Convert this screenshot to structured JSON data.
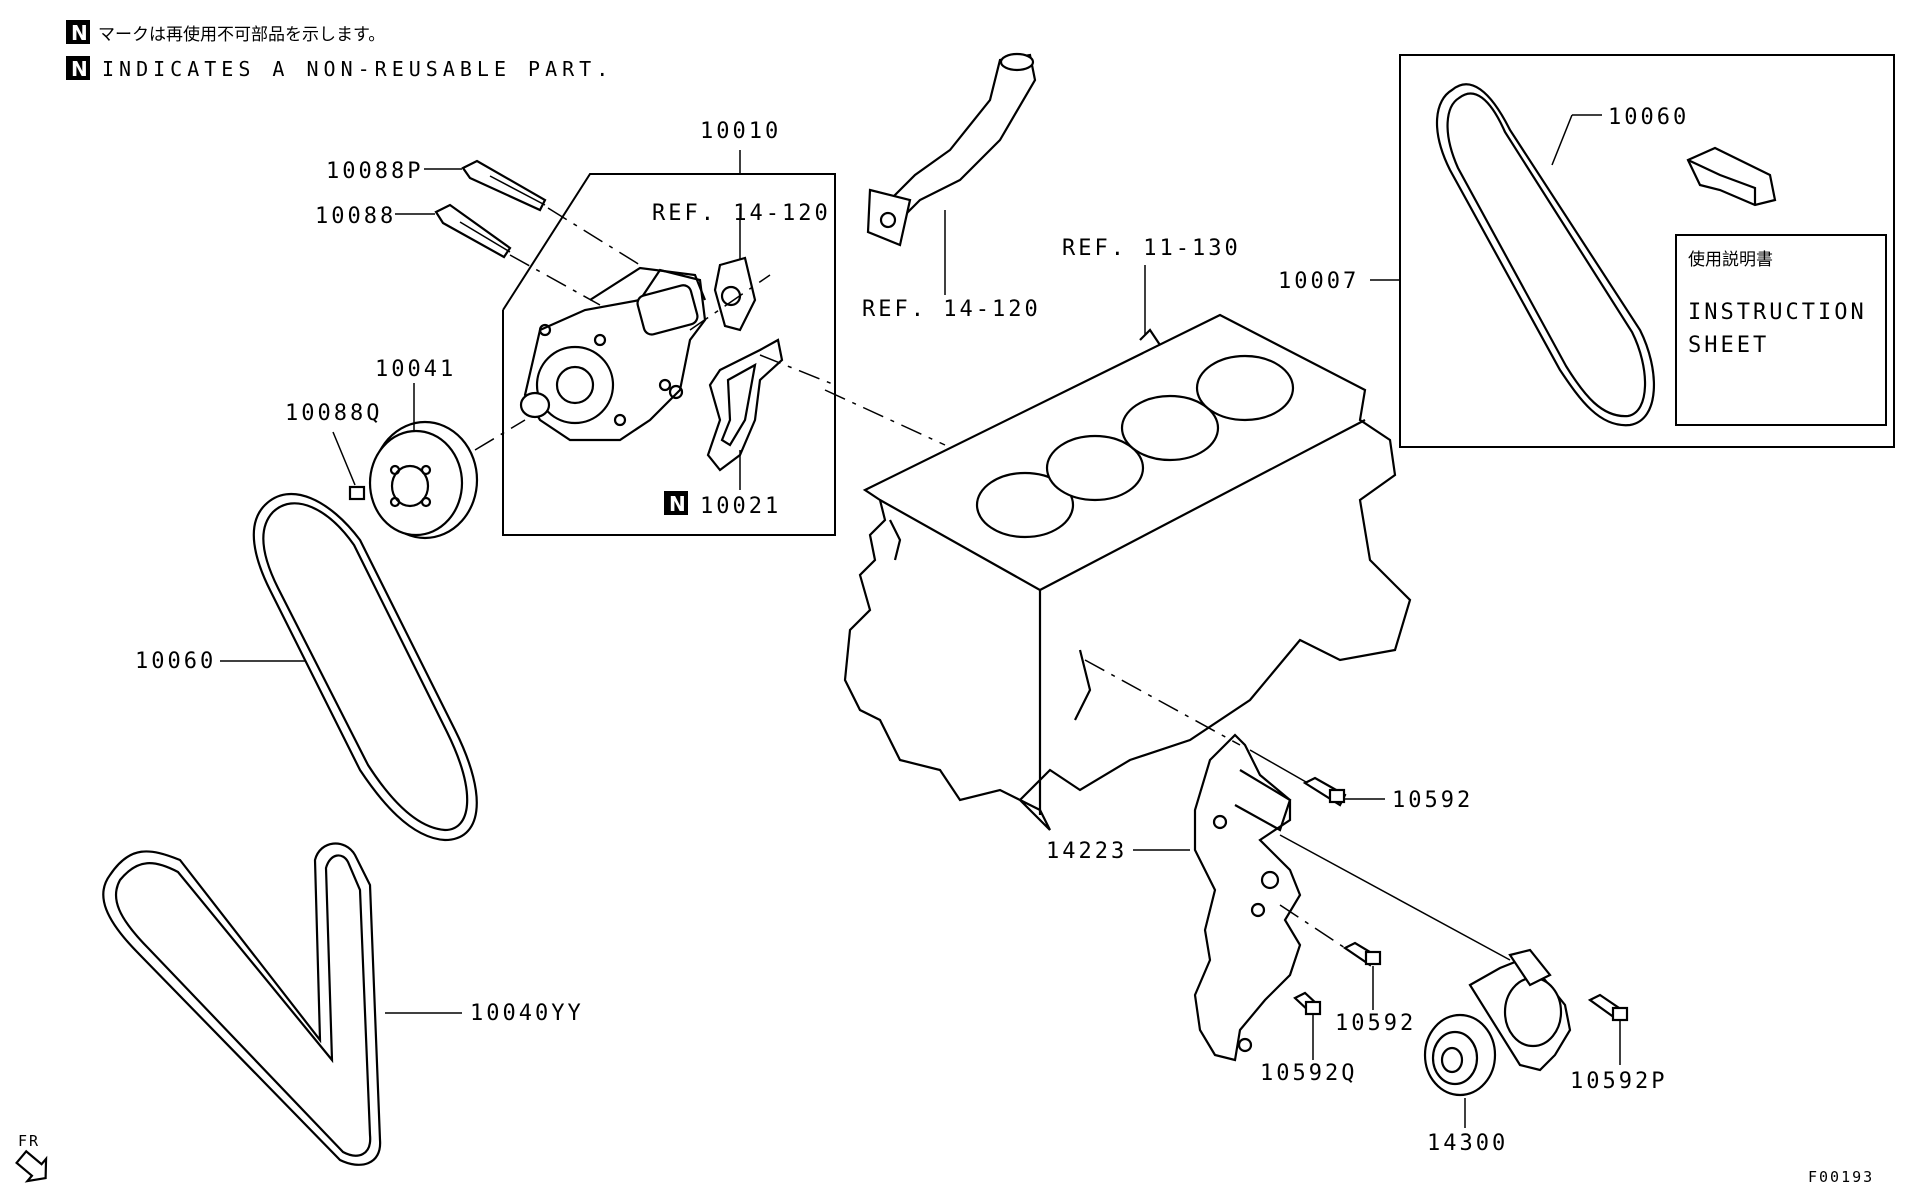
{
  "notes": {
    "badge": "N",
    "japanese": "マークは再使用不可部品を示します。",
    "english": "INDICATES A NON-REUSABLE PART."
  },
  "labels": {
    "p10010": "10010",
    "p10088P": "10088P",
    "p10088": "10088",
    "p10041": "10041",
    "p10088Q": "10088Q",
    "p10021": "10021",
    "ref_14_120_a": "REF. 14-120",
    "ref_14_120_b": "REF. 14-120",
    "ref_11_130": "REF. 11-130",
    "p10060_left": "10060",
    "p10040YY": "10040YY",
    "p10060_kit": "10060",
    "p10007": "10007",
    "p10592_a": "10592",
    "p14223": "14223",
    "p10592_b": "10592",
    "p10592Q": "10592Q",
    "p10592P": "10592P",
    "p14300": "14300"
  },
  "instruction": {
    "title": "使用説明書",
    "line1": "INSTRUCTION",
    "line2": "SHEET"
  },
  "fr_label": "FR",
  "figure_code": "F00193"
}
